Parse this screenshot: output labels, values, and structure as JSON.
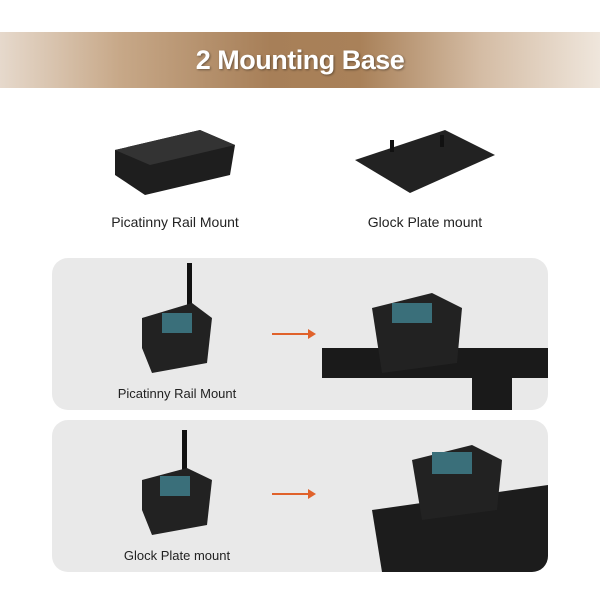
{
  "banner": {
    "title": "2 Mounting Base"
  },
  "mounts": [
    {
      "label": "Picatinny Rail Mount"
    },
    {
      "label": "Glock Plate mount"
    }
  ],
  "panels": [
    {
      "label": "Picatinny Rail Mount"
    },
    {
      "label": "Glock Plate mount"
    }
  ],
  "colors": {
    "banner": "#a77f58",
    "arrow": "#e0622b",
    "panel": "#e9e9e9"
  }
}
